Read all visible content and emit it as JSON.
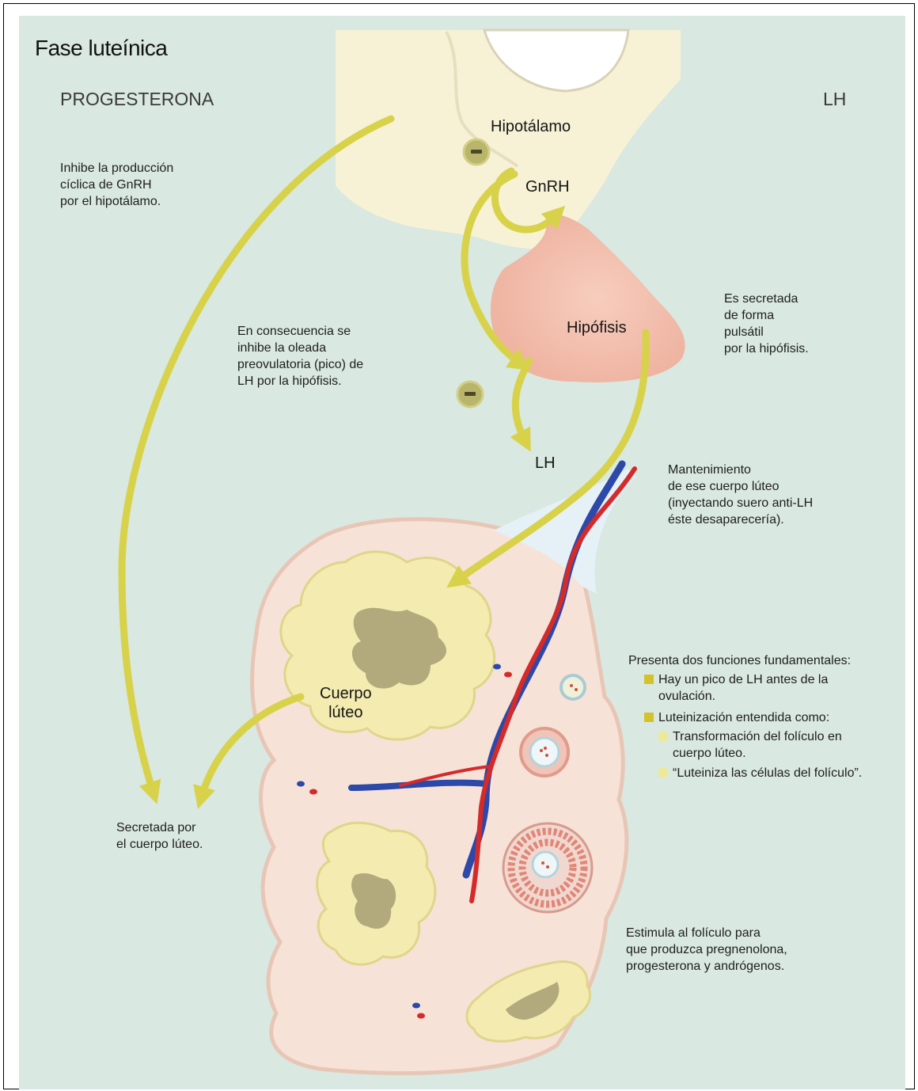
{
  "title": "Fase luteínica",
  "headers": {
    "left": "PROGESTERONA",
    "right": "LH"
  },
  "labels": {
    "hipotalamo": "Hipotálamo",
    "gnrh": "GnRH",
    "hipofisis": "Hipófisis",
    "lh": "LH",
    "cuerpo_luteo": "Cuerpo\nlúteo",
    "inhibition_sign": "–"
  },
  "notes": {
    "inhibe_gnrh": "Inhibe la producción\ncíclica de GnRH\npor el hipotálamo.",
    "consecuencia": "En consecuencia se\ninhibe la oleada\npreovulatoria (pico) de\nLH por la hipófisis.",
    "secretada_hipofisis": "Es secretada\nde forma\npulsátil\npor la hipófisis.",
    "mantenimiento": "Mantenimiento\nde ese cuerpo lúteo\n(inyectando suero anti-LH\néste desaparecería).",
    "secretada_cuerpo": "Secretada por\nel cuerpo lúteo.",
    "estimula": "Estimula al folículo para\nque produzca pregnenolona,\nprogesterona y andrógenos."
  },
  "functions": {
    "heading": "Presenta dos funciones fundamentales:",
    "item1": "Hay un pico de LH antes de la\novulación.",
    "item2": "Luteinización entendida como:",
    "sub1": "Transformación del folículo en\ncuerpo lúteo.",
    "sub2": "“Luteiniza las células del folículo”."
  },
  "colors": {
    "background": "#d9e8e1",
    "arrow": "#d8d24a",
    "pituitary": "#f2bfae",
    "corpus_luteum": "#f4ebb0",
    "ovary": "#f7e2d8",
    "artery": "#d42a2a",
    "vein": "#2c48a8",
    "inhibition_badge": "#b9b56a"
  }
}
